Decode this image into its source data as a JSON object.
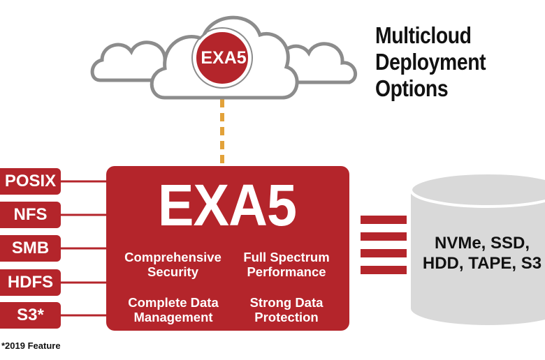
{
  "heading": [
    "Multicloud",
    "Deployment",
    "Options"
  ],
  "cloud_badge": "EXA5",
  "core": {
    "title": "EXA5",
    "features": [
      [
        "Comprehensive",
        "Security"
      ],
      [
        "Full Spectrum",
        "Performance"
      ],
      [
        "Complete Data",
        "Management"
      ],
      [
        "Strong Data",
        "Protection"
      ]
    ]
  },
  "protocols": [
    "POSIX",
    "NFS",
    "SMB",
    "HDFS",
    "S3*"
  ],
  "storage": [
    "NVMe, SSD,",
    "HDD, TAPE, S3"
  ],
  "footnote": "*2019 Feature",
  "colors": {
    "brand_red": "#b4252b",
    "connector_gold": "#e2a23a",
    "cloud_gray": "#8c8c8c",
    "storage_gray": "#d9d9d9"
  }
}
